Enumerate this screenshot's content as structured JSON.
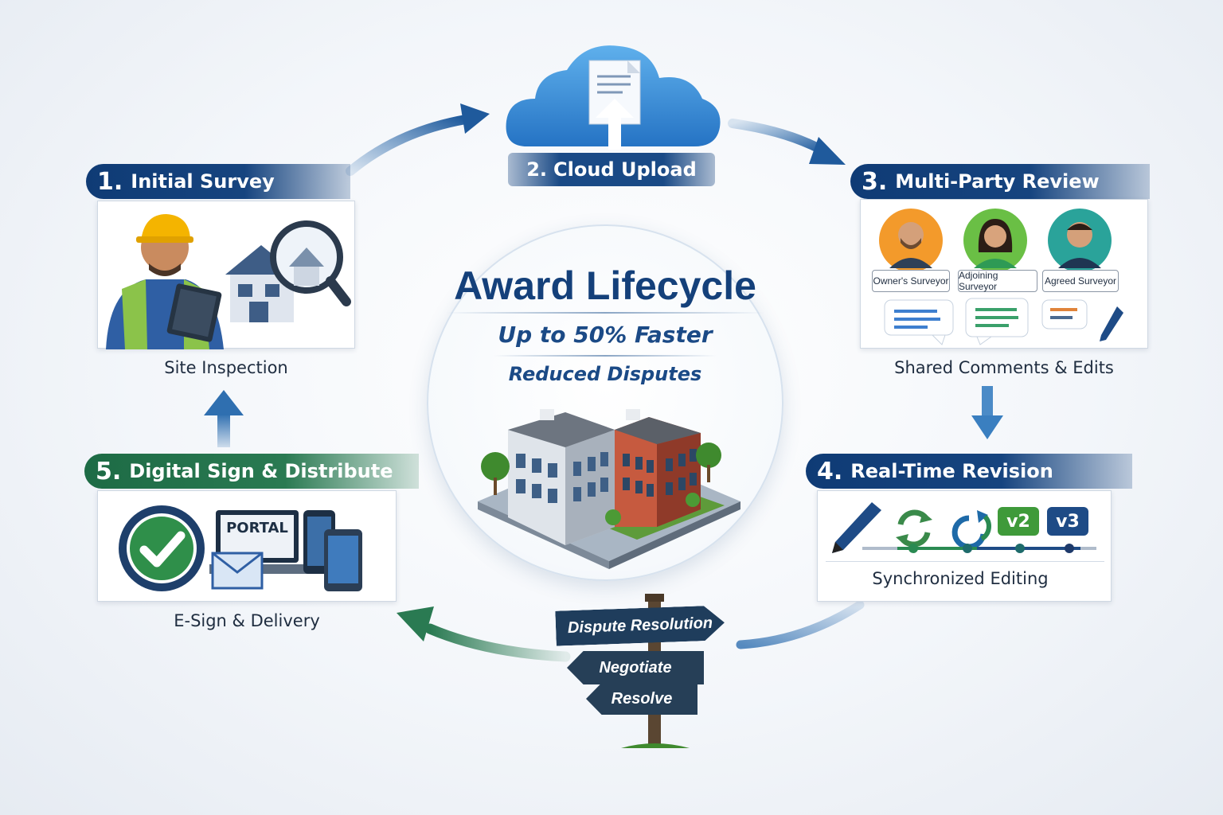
{
  "hub": {
    "title": "Award Lifecycle",
    "benefit_1": "Up to 50% Faster",
    "benefit_2": "Reduced Disputes"
  },
  "steps": [
    {
      "number": "1.",
      "title": "Initial Survey",
      "caption": "Site Inspection"
    },
    {
      "number": "2.",
      "title": "Cloud Upload",
      "caption": ""
    },
    {
      "number": "3.",
      "title": "Multi-Party Review",
      "caption": "Shared Comments & Edits"
    },
    {
      "number": "4.",
      "title": "Real-Time Revision",
      "caption": "Synchronized Editing"
    },
    {
      "number": "5.",
      "title": "Digital Sign & Distribute",
      "caption": "E-Sign & Delivery"
    }
  ],
  "review": {
    "roles": [
      "Owner's Surveyor",
      "Adjoining Surveyor",
      "Agreed Surveyor"
    ]
  },
  "revision": {
    "versions": [
      "v2",
      "v3"
    ]
  },
  "distribute": {
    "portal_label": "PORTAL"
  },
  "signpost": {
    "main": "Dispute Resolution",
    "left_1": "Negotiate",
    "left_2": "Resolve"
  },
  "colors": {
    "navy": "#14407a",
    "blue_arrow": "#2f6fb0",
    "green": "#2a7a52",
    "cloud": "#3a8fd6"
  }
}
